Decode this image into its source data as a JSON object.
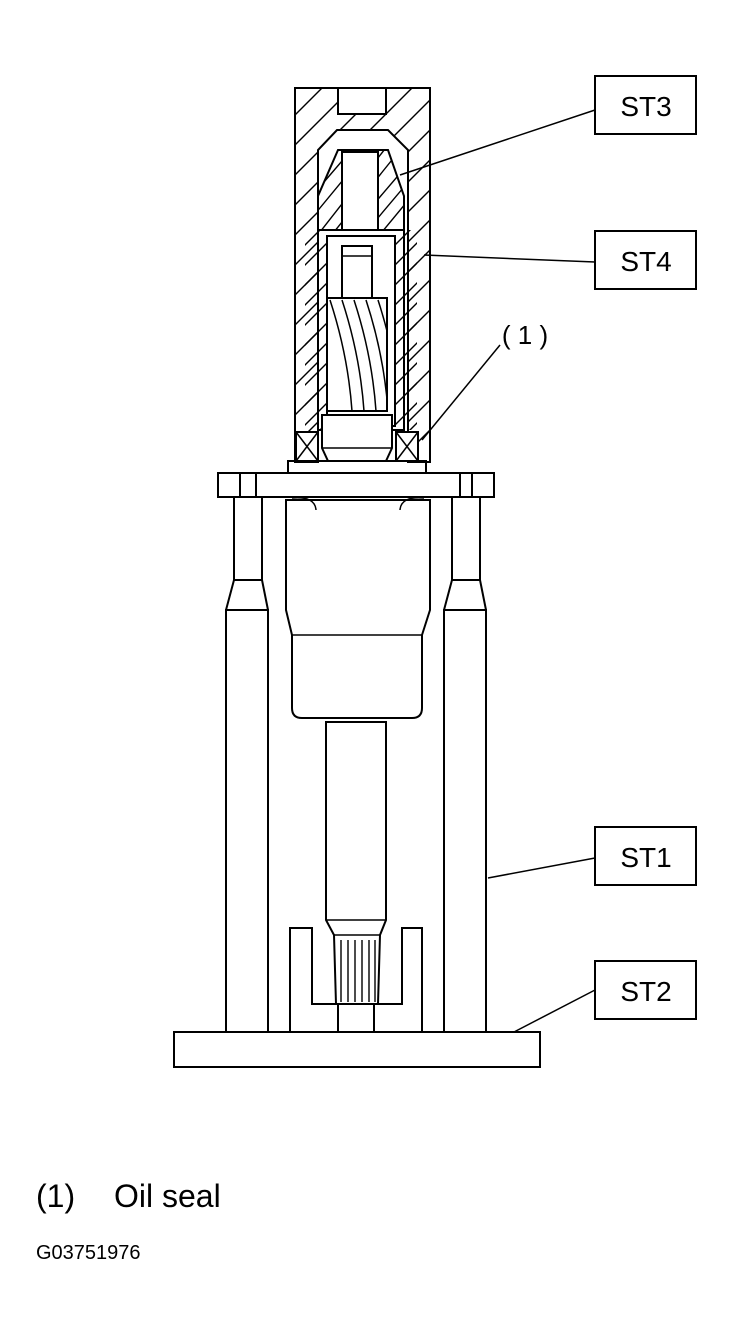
{
  "labels": {
    "st3": "ST3",
    "st4": "ST4",
    "st1": "ST1",
    "st2": "ST2",
    "callout_1": "( 1 )"
  },
  "legend": {
    "number": "(1)",
    "text": "Oil seal"
  },
  "figure_code": "G03751976"
}
